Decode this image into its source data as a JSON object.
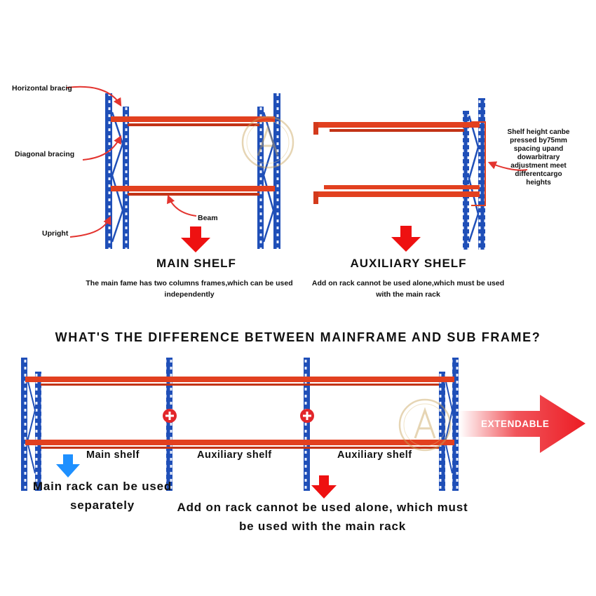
{
  "labels": {
    "horizontal_bracing": "Horizontal bracig",
    "diagonal_bracing": "Diagonal bracing",
    "upright": "Upright",
    "beam": "Beam",
    "shelf_height_note": "Shelf height canbe pressed by75mm spacing upand dowarbitrary adjustment meet differentcargo heights"
  },
  "main_shelf": {
    "title": "MAIN SHELF",
    "description": "The main fame has two columns frames,which can be used independently"
  },
  "auxiliary_shelf": {
    "title": "AUXILIARY SHELF",
    "description": "Add on rack cannot be used alone,which must be used with the main rack"
  },
  "comparison": {
    "heading": "WHAT'S THE DIFFERENCE BETWEEN MAINFRAME AND SUB FRAME?",
    "main_shelf_label": "Main shelf",
    "aux_shelf_label_1": "Auxiliary shelf",
    "aux_shelf_label_2": "Auxiliary shelf",
    "main_rack_note": "Main rack can be used separately",
    "add_on_note": "Add on rack cannot be used alone, which must be used with the main rack",
    "extendable": "EXTENDABLE"
  },
  "colors": {
    "upright_blue": "#1f4fb8",
    "beam_orange": "#e2401f",
    "arrow_red": "#ee1111",
    "arrow_blue": "#1e90ff",
    "extend_red": "#ec1c24"
  },
  "icons": [
    "plus-connector-icon",
    "watermark-logo"
  ]
}
